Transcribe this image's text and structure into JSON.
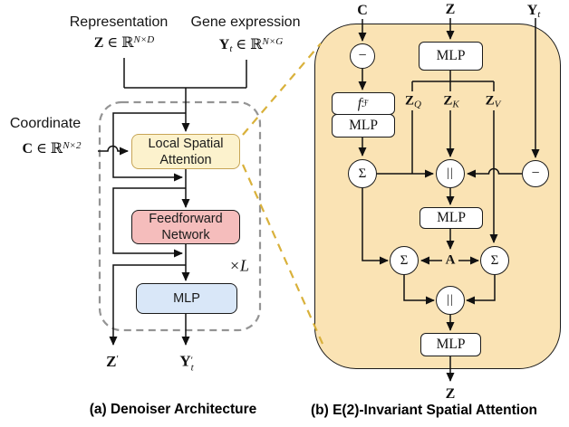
{
  "colors": {
    "panel_b_fill": "#FAE3B4",
    "attention_fill": "#FCF2CD",
    "attention_border": "#C7A556",
    "feedforward_fill": "#F5BDBC",
    "mlp_fill": "#D9E7F8",
    "callout_dash": "#D9B13B",
    "outer_dash": "#949494"
  },
  "panel_a": {
    "caption": "(a) Denoiser Architecture",
    "representation": {
      "label": "Representation",
      "var": "Z",
      "rel": " ∈ ℝ",
      "sup": "N×D"
    },
    "gene_expression": {
      "label": "Gene expression",
      "var": "Y",
      "var_sub": "t",
      "rel": " ∈ ℝ",
      "sup": "N×G"
    },
    "coordinate": {
      "label": "Coordinate",
      "var": "C",
      "rel": " ∈ ℝ",
      "sup": "N×2"
    },
    "blocks": {
      "attention": "Local Spatial Attention",
      "feedforward": "Feedforward Network",
      "mlp": "MLP"
    },
    "loop_label": "×L",
    "outputs": {
      "z_var": "Z",
      "z_sup": "′",
      "y_var": "Y",
      "y_sup": "′",
      "y_sub": "t"
    }
  },
  "panel_b": {
    "caption": "(b) E(2)-Invariant Spatial Attention",
    "inputs": {
      "c": "C",
      "z": "Z",
      "y_var": "Y",
      "y_sub": "t"
    },
    "blocks": {
      "mlp_z": "MLP",
      "f_var": "f",
      "f_sub": "ℱ",
      "mlp_coord": "MLP",
      "mlp_concat": "MLP",
      "mlp_out": "MLP"
    },
    "qkv": [
      {
        "var": "Z",
        "sub": "Q"
      },
      {
        "var": "Z",
        "sub": "K"
      },
      {
        "var": "Z",
        "sub": "V"
      }
    ],
    "ops": {
      "minus_c": "−",
      "minus_y": "−",
      "sum_coord": "Σ",
      "concat_mid": "||",
      "sum_left": "Σ",
      "sum_right": "Σ",
      "concat_low": "||"
    },
    "attention_label": "A",
    "output": "Z"
  }
}
